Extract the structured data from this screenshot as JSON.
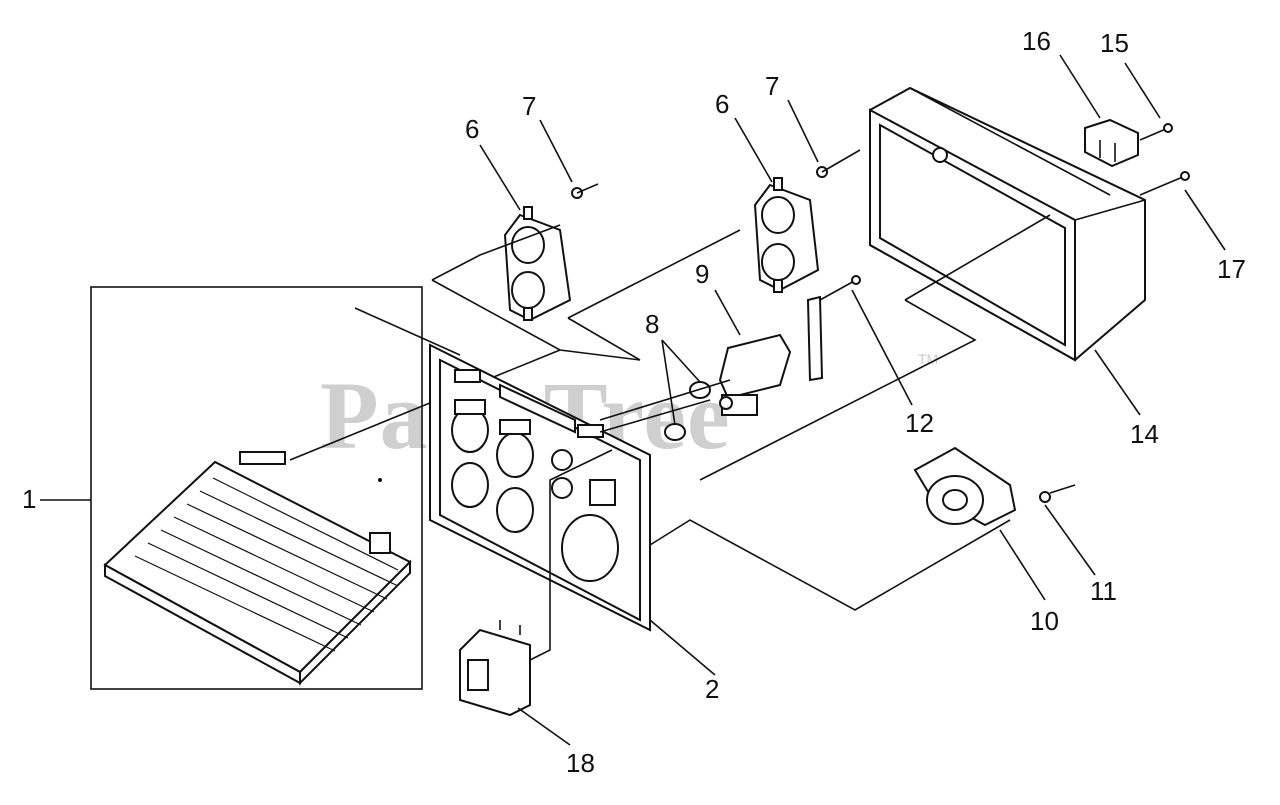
{
  "watermark": {
    "text": "PartsTree",
    "tm": "TM"
  },
  "callouts": [
    {
      "id": "c1",
      "label": "1"
    },
    {
      "id": "c2",
      "label": "2"
    },
    {
      "id": "c6a",
      "label": "6"
    },
    {
      "id": "c7a",
      "label": "7"
    },
    {
      "id": "c6b",
      "label": "6"
    },
    {
      "id": "c7b",
      "label": "7"
    },
    {
      "id": "c8",
      "label": "8"
    },
    {
      "id": "c9",
      "label": "9"
    },
    {
      "id": "c10",
      "label": "10"
    },
    {
      "id": "c11",
      "label": "11"
    },
    {
      "id": "c12",
      "label": "12"
    },
    {
      "id": "c14",
      "label": "14"
    },
    {
      "id": "c15",
      "label": "15"
    },
    {
      "id": "c16",
      "label": "16"
    },
    {
      "id": "c17",
      "label": "17"
    },
    {
      "id": "c18",
      "label": "18"
    }
  ]
}
